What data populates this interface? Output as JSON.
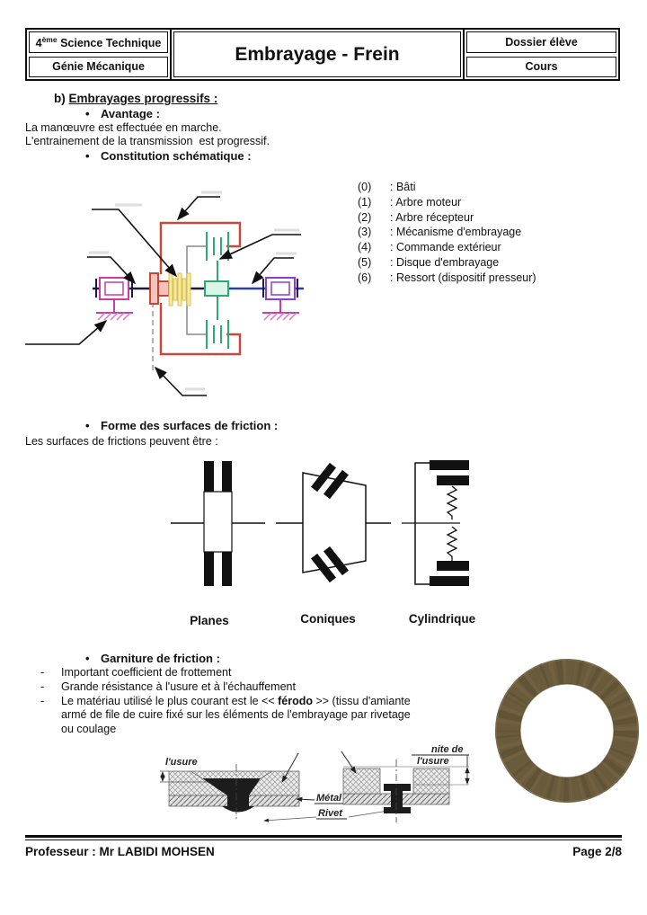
{
  "header": {
    "class_num": "4",
    "class_sup": "ème",
    "class_rest": " Science Technique",
    "dept": "Génie Mécanique",
    "title": "Embrayage - Frein",
    "right_top": "Dossier élève",
    "right_bottom": "Cours"
  },
  "section_b": {
    "prefix": "b) ",
    "title": "Embrayages progressifs :"
  },
  "avantage": {
    "bullet": "•",
    "label": "Avantage :",
    "line1": "La manœuvre est effectuée en marche.",
    "line2": "L'entrainement de la transmission  est progressif."
  },
  "constitution": {
    "bullet": "•",
    "label": "Constitution schématique :",
    "legend": [
      {
        "num": "(0)",
        "label": ": Bâti"
      },
      {
        "num": "(1)",
        "label": ": Arbre moteur"
      },
      {
        "num": "(2)",
        "label": ": Arbre récepteur"
      },
      {
        "num": "(3)",
        "label": ": Mécanisme d'embrayage"
      },
      {
        "num": "(4)",
        "label": ": Commande extérieur"
      },
      {
        "num": "(5)",
        "label": ": Disque d'embrayage"
      },
      {
        "num": "(6)",
        "label": ": Ressort (dispositif presseur)"
      }
    ]
  },
  "friction_shapes": {
    "bullet": "•",
    "heading": "Forme des surfaces de friction :",
    "intro": "Les surfaces de frictions peuvent être :",
    "labels": [
      "Planes",
      "Coniques",
      "Cylindrique"
    ]
  },
  "garniture": {
    "bullet": "•",
    "heading": "Garniture de friction :",
    "dash": "-",
    "item1": "Important coefficient de frottement",
    "item2": "Grande résistance à l'usure et à l'échauffement",
    "item3_pre": "Le matériau utilisé le plus courant est le << ",
    "item3_bold": "férodo",
    "item3_post": " >> (tissu d'amiante armé de file de cuire fixé sur les éléments de l'embrayage par rivetage ou coulage",
    "diagram": {
      "usure_left": "l'usure",
      "metal": "Métal",
      "rivet": "Rivet",
      "limit_line1": "nite de",
      "limit_line2": "l'usure"
    }
  },
  "colors": {
    "frame_red": "#c44a3e",
    "bearing_pink": "#c93da6",
    "bearing_purple": "#8a3fd0",
    "disc_yellow": "#f7e9a0",
    "spring_green": "#2fa878",
    "shaft_blue": "#2a3f9e",
    "ring_brown": "#6b5b3d"
  },
  "footer": {
    "left": "Professeur : Mr LABIDI MOHSEN",
    "right": "Page 2/8"
  }
}
